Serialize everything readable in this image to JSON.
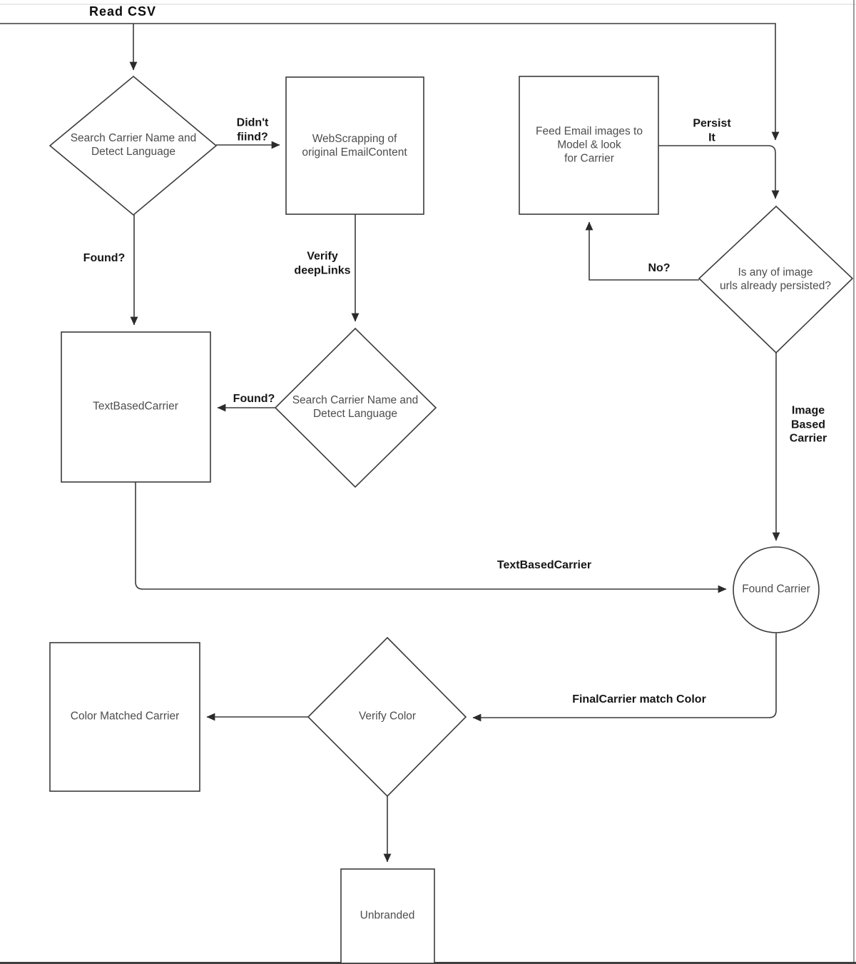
{
  "diagram": {
    "title_label": "Read CSV",
    "nodes": [
      {
        "id": "search-carrier-1",
        "type": "decision",
        "label": "Search Carrier Name and\nDetect Language"
      },
      {
        "id": "webscrapping",
        "type": "process",
        "label": "WebScrapping of\noriginal EmailContent"
      },
      {
        "id": "feed-email-images",
        "type": "process",
        "label": "Feed Email images to\nModel & look\nfor Carrier"
      },
      {
        "id": "persisted-check",
        "type": "decision",
        "label": "Is any of image\nurls already persisted?"
      },
      {
        "id": "text-based-carrier",
        "type": "process",
        "label": "TextBasedCarrier"
      },
      {
        "id": "search-carrier-2",
        "type": "decision",
        "label": "Search Carrier Name and\nDetect Language"
      },
      {
        "id": "found-carrier",
        "type": "terminal",
        "label": "Found Carrier"
      },
      {
        "id": "verify-color",
        "type": "decision",
        "label": "Verify Color"
      },
      {
        "id": "color-matched-carrier",
        "type": "process",
        "label": "Color Matched Carrier"
      },
      {
        "id": "unbranded",
        "type": "process",
        "label": "Unbranded"
      }
    ],
    "edge_labels": [
      {
        "id": "didnt-find",
        "label": "Didn't\nfiind?"
      },
      {
        "id": "found-1",
        "label": "Found?"
      },
      {
        "id": "verify-deeplinks",
        "label": "Verify\ndeepLinks"
      },
      {
        "id": "found-2",
        "label": "Found?"
      },
      {
        "id": "persist-it",
        "label": "Persist\nIt"
      },
      {
        "id": "no",
        "label": "No?"
      },
      {
        "id": "image-based-carrier",
        "label": "Image\nBased\nCarrier"
      },
      {
        "id": "text-based-carrier-edge",
        "label": "TextBasedCarrier"
      },
      {
        "id": "final-carrier-match-color",
        "label": "FinalCarrier match Color"
      }
    ],
    "colors": {
      "line": "#3b3b3b",
      "node_text": "#4d4d4d",
      "edge_label_text": "#171717",
      "background": "#ffffff",
      "page_border": "#9b9b9b"
    }
  }
}
